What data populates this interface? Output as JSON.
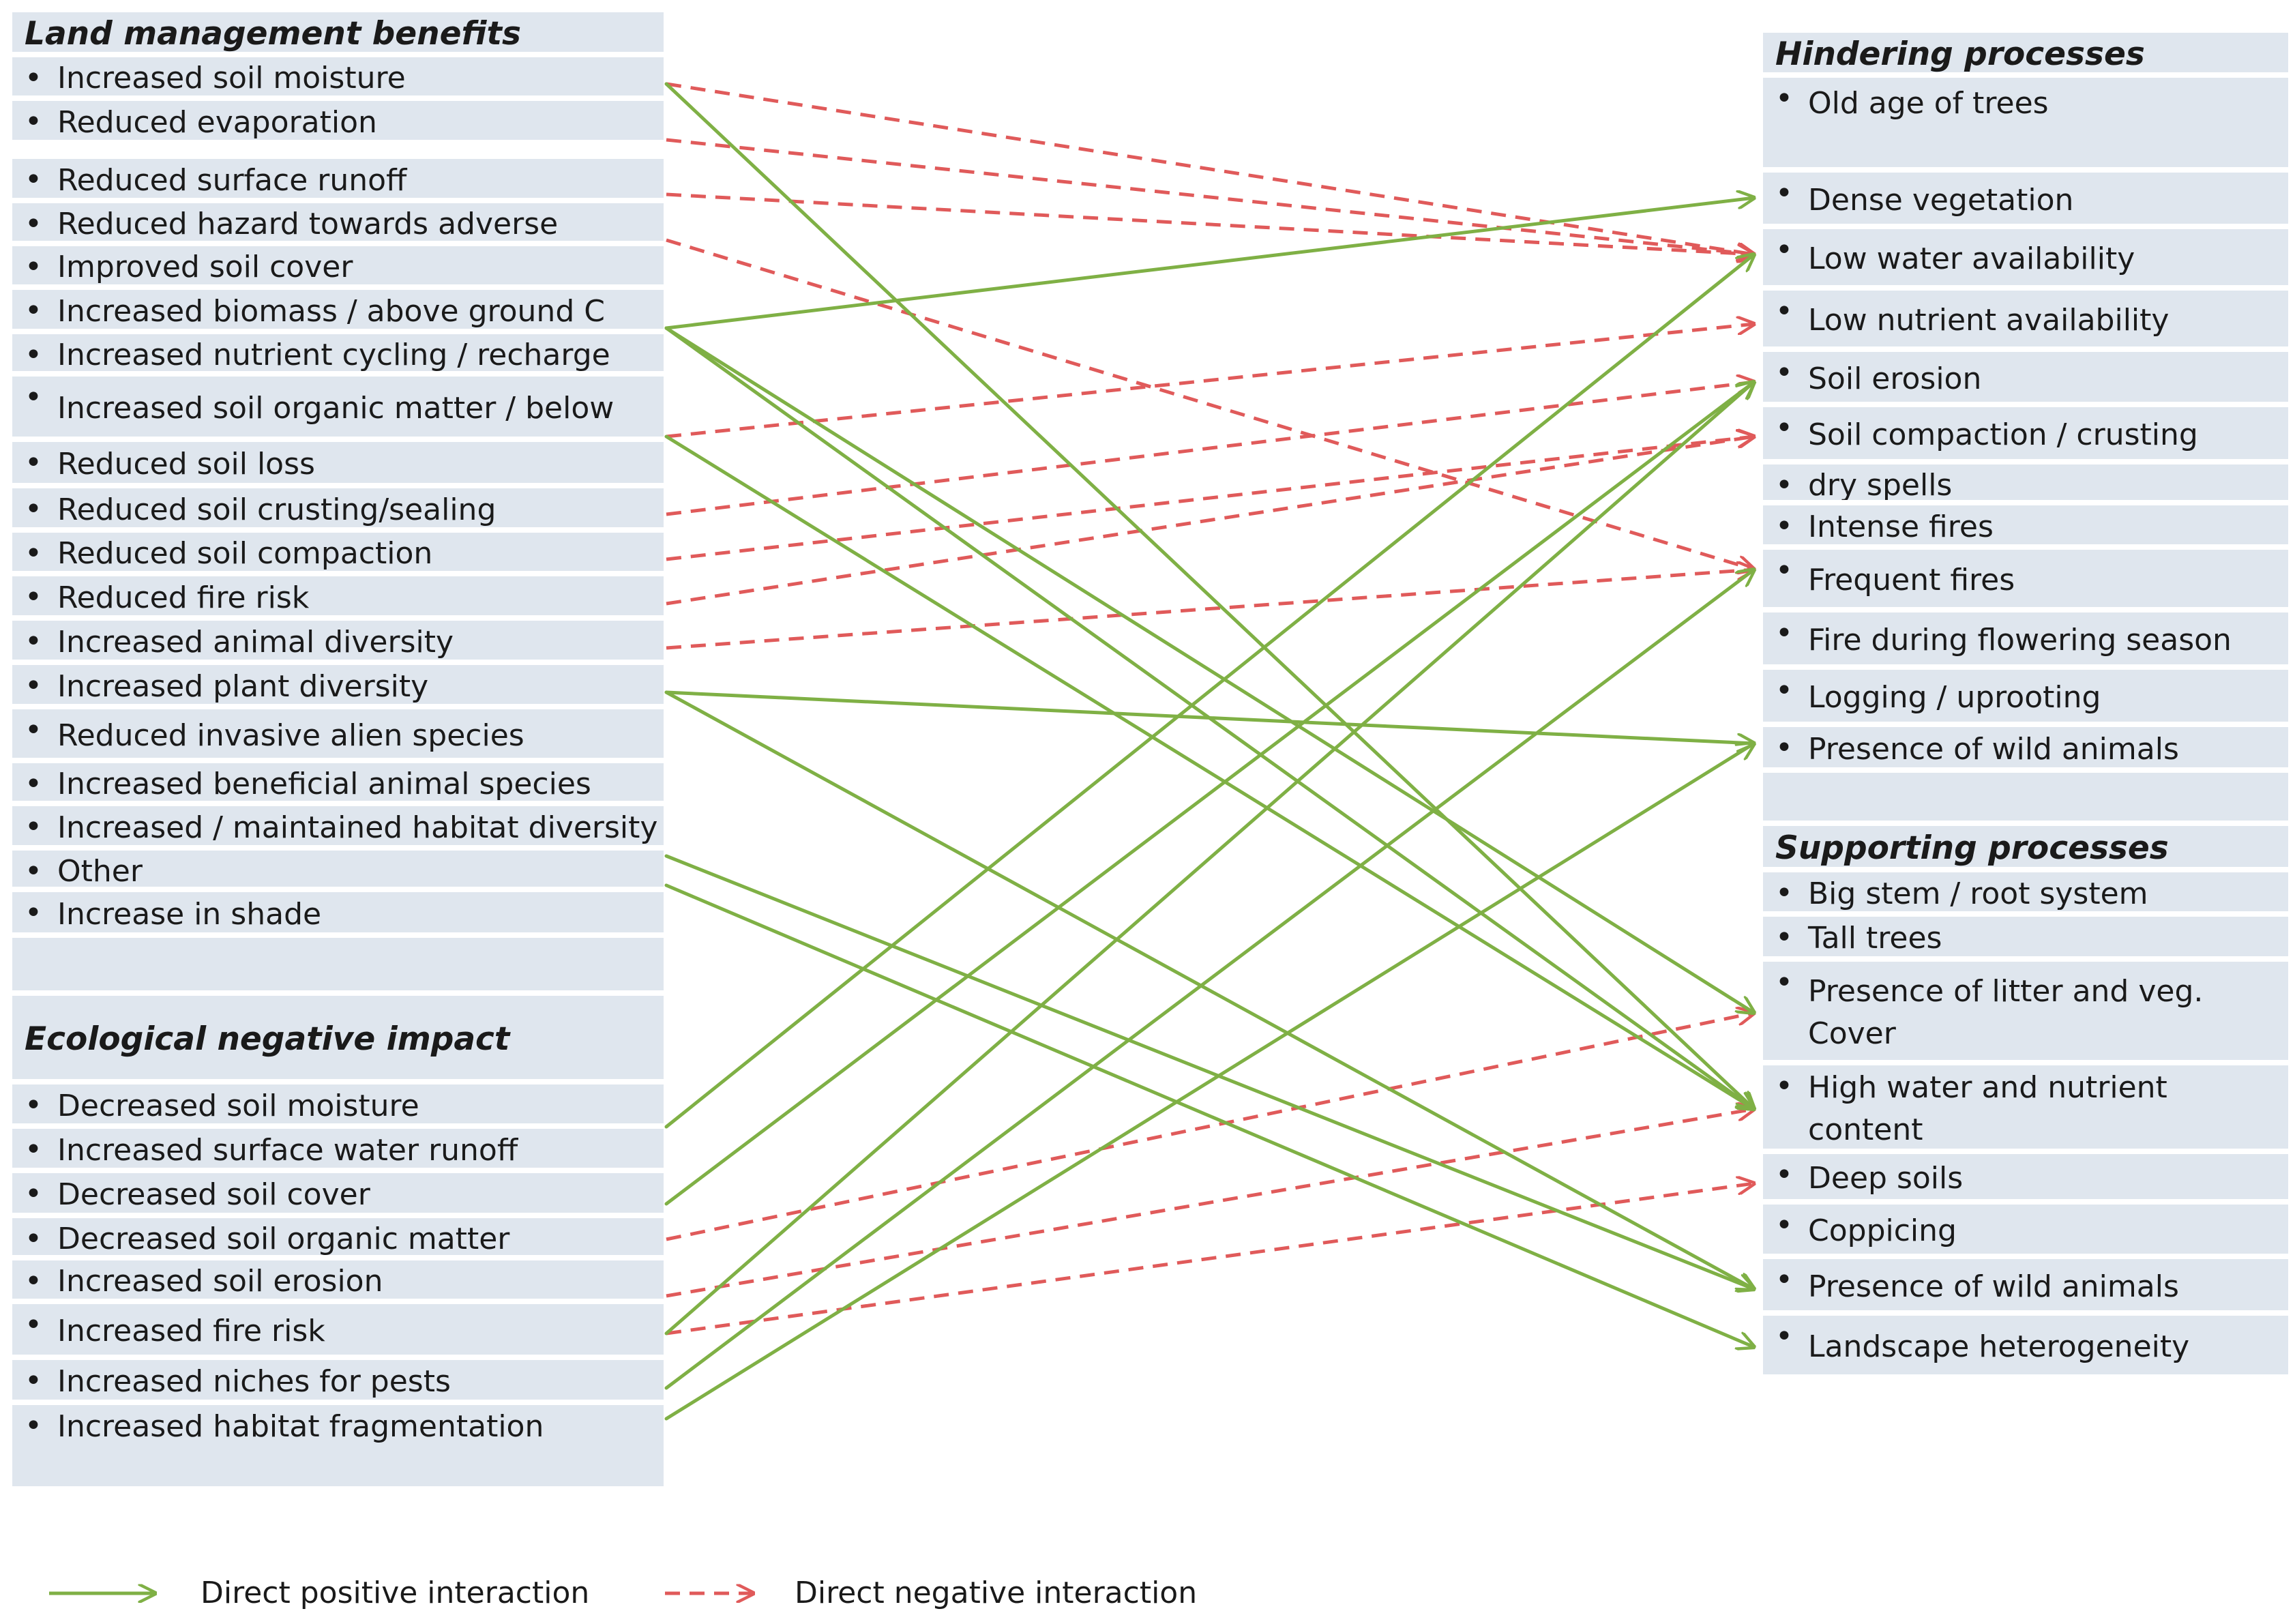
{
  "left_items": [
    {
      "text": "Land management benefits",
      "header": true
    },
    {
      "text": "Increased soil moisture"
    },
    {
      "text": "Reduced evaporation"
    },
    {
      "text": "Reduced surface runoff"
    },
    {
      "text": "Reduced hazard towards adverse events"
    },
    {
      "text": "Improved soil cover"
    },
    {
      "text": "Increased biomass / above ground C"
    },
    {
      "text": "Increased nutrient cycling / recharge"
    },
    {
      "text": "Increased soil organic matter / below ground C"
    },
    {
      "text": "Reduced soil loss"
    },
    {
      "text": "Reduced soil crusting/sealing"
    },
    {
      "text": "Reduced soil compaction"
    },
    {
      "text": "Reduced fire risk"
    },
    {
      "text": "Increased animal diversity"
    },
    {
      "text": "Increased plant diversity"
    },
    {
      "text": "Reduced invasive alien species"
    },
    {
      "text": "Increased beneficial animal species"
    },
    {
      "text": "Increased / maintained habitat diversity"
    },
    {
      "text": "Other"
    },
    {
      "text": "Increase in shade"
    },
    {
      "text": "",
      "blank": true
    },
    {
      "text": "Ecological negative impact",
      "header": true
    },
    {
      "text": "Decreased soil moisture"
    },
    {
      "text": "Increased surface water runoff"
    },
    {
      "text": "Decreased soil cover"
    },
    {
      "text": "Decreased soil organic matter"
    },
    {
      "text": "Increased soil erosion"
    },
    {
      "text": "Increased fire risk"
    },
    {
      "text": "Increased niches for pests"
    },
    {
      "text": "Increased habitat fragmentation"
    }
  ],
  "right_items": [
    {
      "text": "Hindering processes",
      "header": true
    },
    {
      "text": "Old age of trees"
    },
    {
      "text": "Dense vegetation"
    },
    {
      "text": "Low water availability"
    },
    {
      "text": "Low nutrient availability"
    },
    {
      "text": "Soil erosion"
    },
    {
      "text": "Soil compaction / crusting"
    },
    {
      "text": "dry spells"
    },
    {
      "text": "Intense fires"
    },
    {
      "text": "Frequent fires"
    },
    {
      "text": "Fire during flowering season"
    },
    {
      "text": "Logging / uprooting"
    },
    {
      "text": "Presence of wild animals"
    },
    {
      "text": "",
      "blank": true
    },
    {
      "text": "Supporting processes",
      "header": true
    },
    {
      "text": "Big stem / root system"
    },
    {
      "text": "Tall trees"
    },
    {
      "text": "Presence of litter and veg. Cover"
    },
    {
      "text": "High water and nutrient content"
    },
    {
      "text": "Deep soils"
    },
    {
      "text": "Coppicing"
    },
    {
      "text": "Presence of wild animals"
    },
    {
      "text": "Landscape heterogeneity"
    }
  ],
  "links": [
    {
      "from": 1,
      "to": 3,
      "type": "negative"
    },
    {
      "from": 2,
      "to": 3,
      "type": "negative"
    },
    {
      "from": 3,
      "to": 3,
      "type": "negative"
    },
    {
      "from": 4,
      "to": 9,
      "type": "negative"
    },
    {
      "from": 8,
      "to": 4,
      "type": "negative"
    },
    {
      "from": 9,
      "to": 5,
      "type": "negative"
    },
    {
      "from": 10,
      "to": 6,
      "type": "negative"
    },
    {
      "from": 11,
      "to": 6,
      "type": "negative"
    },
    {
      "from": 12,
      "to": 9,
      "type": "negative"
    },
    {
      "from": 24,
      "to": 17,
      "type": "negative"
    },
    {
      "from": 25,
      "to": 18,
      "type": "negative"
    },
    {
      "from": 26,
      "to": 19,
      "type": "negative"
    },
    {
      "from": 1,
      "to": 18,
      "type": "positive"
    },
    {
      "from": 6,
      "to": 2,
      "type": "positive"
    },
    {
      "from": 6,
      "to": 17,
      "type": "positive"
    },
    {
      "from": 6,
      "to": 18,
      "type": "positive"
    },
    {
      "from": 8,
      "to": 18,
      "type": "positive"
    },
    {
      "from": 13,
      "to": 12,
      "type": "positive"
    },
    {
      "from": 13,
      "to": 21,
      "type": "positive"
    },
    {
      "from": 16,
      "to": 21,
      "type": "positive"
    },
    {
      "from": 17,
      "to": 22,
      "type": "positive"
    },
    {
      "from": 22,
      "to": 3,
      "type": "positive"
    },
    {
      "from": 23,
      "to": 5,
      "type": "positive"
    },
    {
      "from": 26,
      "to": 5,
      "type": "positive"
    },
    {
      "from": 27,
      "to": 9,
      "type": "positive"
    },
    {
      "from": 28,
      "to": 12,
      "type": "positive"
    }
  ],
  "legend": {
    "positive_label": "Direct positive interaction",
    "negative_label": "Direct negative interaction"
  },
  "colors": {
    "positive": "#7fb045",
    "negative": "#e05a5a",
    "box_fill": "#dfe6ee"
  }
}
